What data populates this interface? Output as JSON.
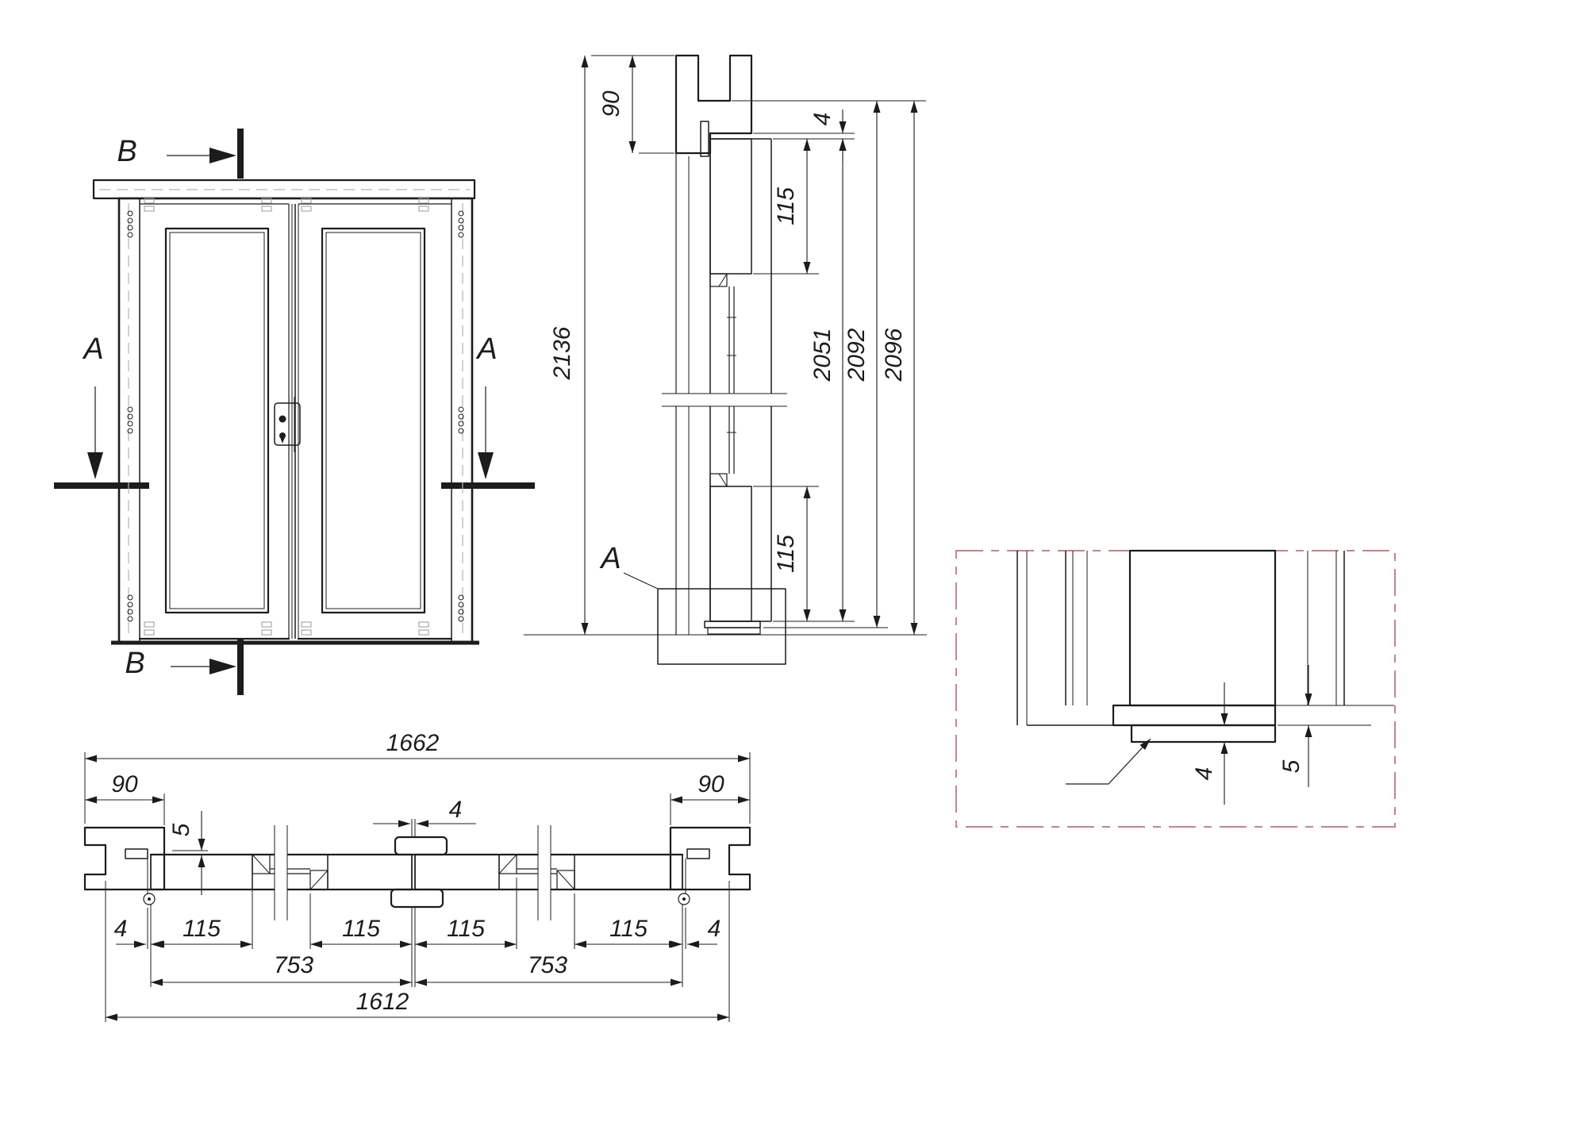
{
  "drawing": {
    "kind": "double-door technical drawing",
    "colors": {
      "line": "#1c1c1c",
      "hidden_line": "#b3b3b3",
      "detail_border": "#c4848e",
      "background": "#ffffff"
    }
  },
  "views": {
    "front": {
      "label_b_top": "B",
      "label_b_bottom": "B",
      "label_a_left": "A",
      "label_a_right": "A"
    },
    "section_bb": {
      "label_detail_callout": "A",
      "dims": {
        "total_height": "2136",
        "head_frame_depth": "90",
        "top_gap": "4",
        "top_rail": "115",
        "leaf_height": "2051",
        "rebate_height": "2092",
        "frame_height": "2096",
        "bottom_rail": "115"
      }
    },
    "plan_aa": {
      "dims": {
        "overall_width": "1662",
        "left_jamb": "90",
        "right_jamb": "90",
        "stop_overlap": "5",
        "meeting_gap": "4",
        "left_gap": "4",
        "left_hinge_stile": "115",
        "left_lock_stile": "115",
        "right_lock_stile": "115",
        "right_hinge_stile": "115",
        "right_gap": "4",
        "left_leaf": "753",
        "right_leaf": "753",
        "clear_opening": "1612"
      }
    },
    "detail_a": {
      "dims": {
        "seal_thickness": "4",
        "rebate_lip": "5"
      }
    }
  }
}
